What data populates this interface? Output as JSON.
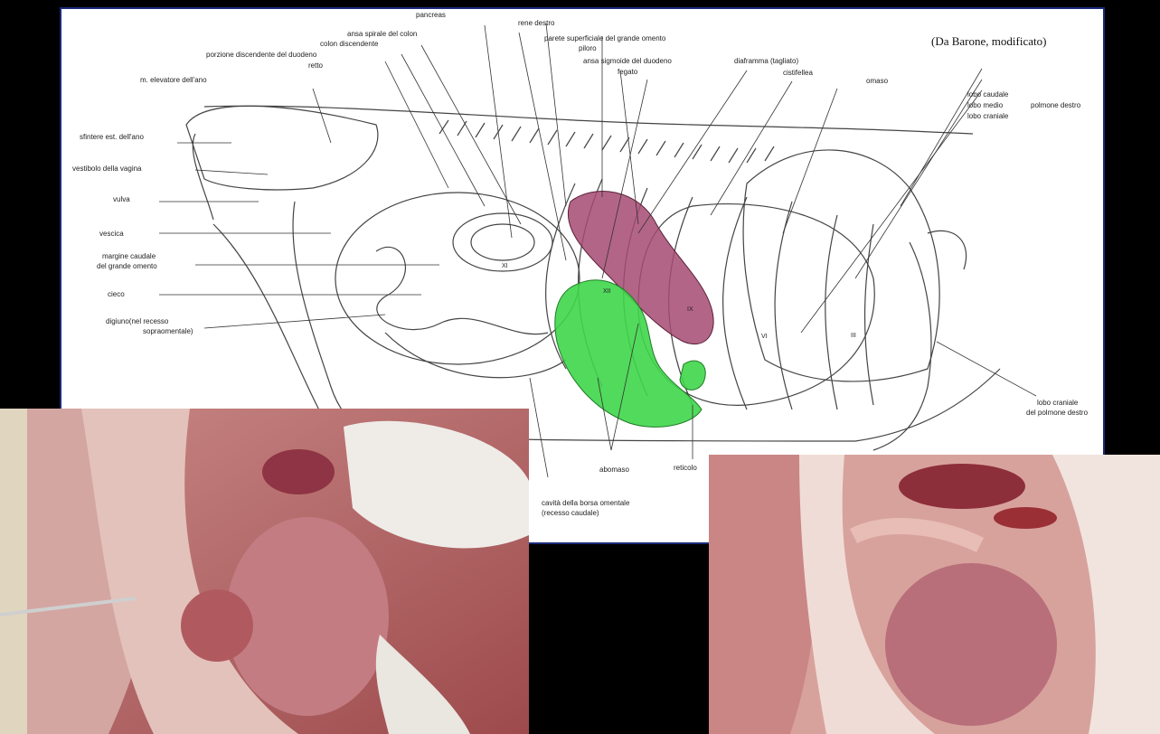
{
  "source_credit": "(Da Barone, modificato)",
  "labels": {
    "pancreas": "pancreas",
    "rene_destro": "rene destro",
    "ansa_spirale": "ansa spirale del colon",
    "parete_omento": "parete superficiale del grande omento",
    "colon_discendente": "colon discendente",
    "piloro": "piloro",
    "porzione_duodeno": "porzione discendente del duodeno",
    "ansa_sigmoide": "ansa sigmoide del duodeno",
    "diaframma": "diaframma (tagliato)",
    "retto": "retto",
    "fegato": "fegato",
    "cistifellea": "cistifellea",
    "omaso": "omaso",
    "elevatore_ano": "m. elevatore dell'ano",
    "lobo_caudale": "lobo caudale",
    "lobo_medio": "lobo medio",
    "lobo_craniale": "lobo craniale",
    "polmone_destro": "polmone destro",
    "sfintere": "sfintere est. dell'ano",
    "vestibolo": "vestibolo della vagina",
    "vulva": "vulva",
    "vescica": "vescica",
    "margine_caudale_1": "margine caudale",
    "margine_caudale_2": "del grande omento",
    "cieco": "cieco",
    "digiuno_1": "digiuno(nel recesso",
    "digiuno_2": "sopraomentale)",
    "lobo_craniale_pd_1": "lobo craniale",
    "lobo_craniale_pd_2": "del polmone destro",
    "abomaso": "abomaso",
    "reticolo": "reticolo",
    "cavita_1": "cavità della borsa omentale",
    "cavita_2": "(recesso caudale)",
    "rib_xii": "XII",
    "rib_xi": "XI",
    "rib_ix": "IX",
    "rib_vi": "VI",
    "rib_iii": "III"
  },
  "colors": {
    "background": "#000000",
    "panel_border": "#1a2a7a",
    "liver_highlight": "#a64a72",
    "abomasum_highlight": "#3fd64a",
    "line_art": "#333333"
  }
}
